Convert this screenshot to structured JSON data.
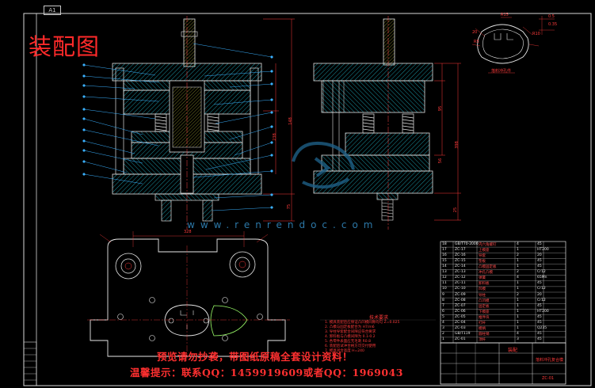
{
  "sheet": {
    "tag": "A1",
    "assembly_title": "装配图"
  },
  "watermark": {
    "line1": "预览请勿抄袭，带图纸原稿全套设计资料！",
    "line2": "温馨提示：联系QQ：1459919609或者QQ：1969043",
    "url": "www.renrendoc.com"
  },
  "dimensions": {
    "front_total_height": "148",
    "front_mid": "238",
    "front_lower": "75",
    "side_upper": "95",
    "side_total": "398",
    "side_mid": "56",
    "side_lower": "25",
    "plan_width": "328",
    "part_a": "R5",
    "part_b": "R10",
    "part_c": "R15",
    "part_d": "20",
    "tol_top": "0.5",
    "tol_bot": "0.35"
  },
  "part_caption": "落料冲孔件",
  "notes": {
    "title": "技术要求",
    "items": [
      "1. 模具装配后应保证凸凹模间隙均匀 Z=0.025",
      "2. 凸模与固定板配合为 H7/m6",
      "3. 导柱导套配合间隙应符合要求",
      "4. 卸料板与凸模间隙为 0.1-0.2",
      "5. 各零件表面应无毛刺 R0.8",
      "6. 装配后试冲合格方可交付使用",
      "7. 模具闭合高度 H=240"
    ]
  },
  "title_block": {
    "drawing_name": "落料冲孔复合模",
    "drawing_no": "ZC-01",
    "company": "装配"
  },
  "bom": {
    "rows": [
      [
        "18",
        "GB/T70-2000",
        "内六角螺钉",
        "4",
        "45"
      ],
      [
        "17",
        "ZC-17",
        "上模座",
        "1",
        "HT200"
      ],
      [
        "16",
        "ZC-16",
        "导套",
        "2",
        "20"
      ],
      [
        "15",
        "ZC-15",
        "垫板",
        "1",
        "45"
      ],
      [
        "14",
        "ZC-14",
        "凸模固定板",
        "1",
        "45"
      ],
      [
        "13",
        "ZC-13",
        "冲孔凸模",
        "2",
        "Cr12"
      ],
      [
        "12",
        "ZC-12",
        "弹簧",
        "4",
        "65Mn"
      ],
      [
        "11",
        "ZC-11",
        "卸料板",
        "1",
        "45"
      ],
      [
        "10",
        "ZC-10",
        "凹模",
        "1",
        "Cr12"
      ],
      [
        "9",
        "ZC-09",
        "导柱",
        "2",
        "20"
      ],
      [
        "8",
        "ZC-08",
        "凸凹模",
        "1",
        "Cr12"
      ],
      [
        "7",
        "ZC-07",
        "固定板",
        "1",
        "45"
      ],
      [
        "6",
        "ZC-06",
        "下模座",
        "1",
        "HT200"
      ],
      [
        "5",
        "ZC-05",
        "推件块",
        "1",
        "45"
      ],
      [
        "4",
        "ZC-04",
        "打杆",
        "1",
        "45"
      ],
      [
        "3",
        "ZC-03",
        "模柄",
        "1",
        "Q235"
      ],
      [
        "2",
        "GB/T119",
        "圆柱销",
        "4",
        "45"
      ],
      [
        "1",
        "ZC-01",
        "顶杆",
        "3",
        "45"
      ]
    ]
  }
}
